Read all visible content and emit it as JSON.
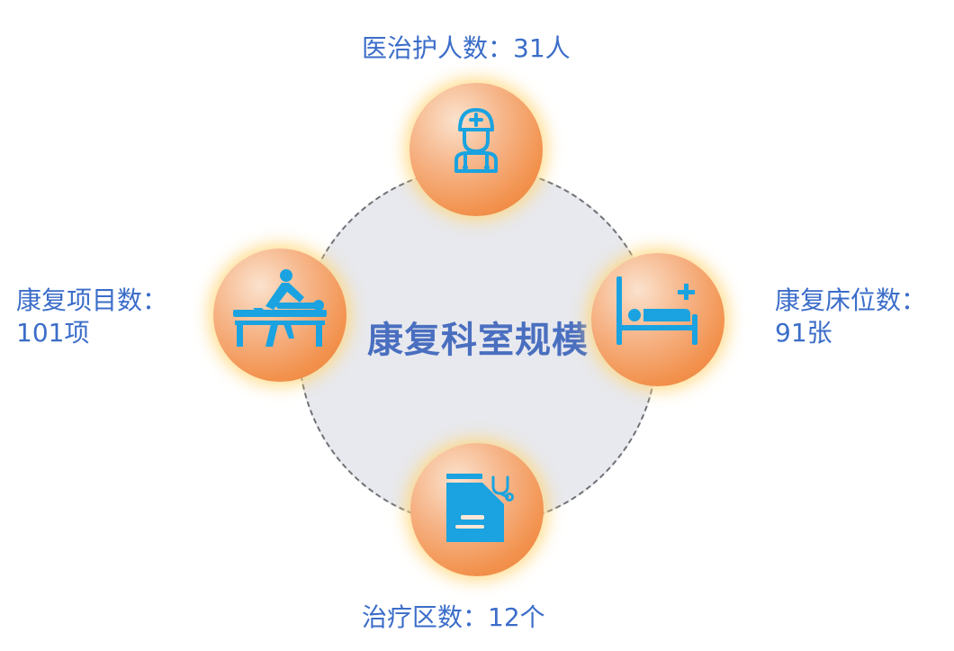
{
  "title": "康复科室规模",
  "colors": {
    "accent_text": "#3b6dc9",
    "title_text": "#4a6fc0",
    "icon_blue": "#1aa3e0",
    "node_orange": "#f2924e",
    "node_glow": "#ffd678",
    "disc_fill": "#e8e9ee"
  },
  "nodes": {
    "top": {
      "icon": "medical-staff-icon",
      "label": "医治护人数：31人"
    },
    "left": {
      "icon": "massage-therapy-icon",
      "label_line1": "康复项目数：",
      "label_line2": "101项"
    },
    "right": {
      "icon": "hospital-bed-icon",
      "label_line1": "康复床位数：",
      "label_line2": "91张"
    },
    "bottom": {
      "icon": "medical-record-icon",
      "label": "治疗区数：12个"
    }
  }
}
